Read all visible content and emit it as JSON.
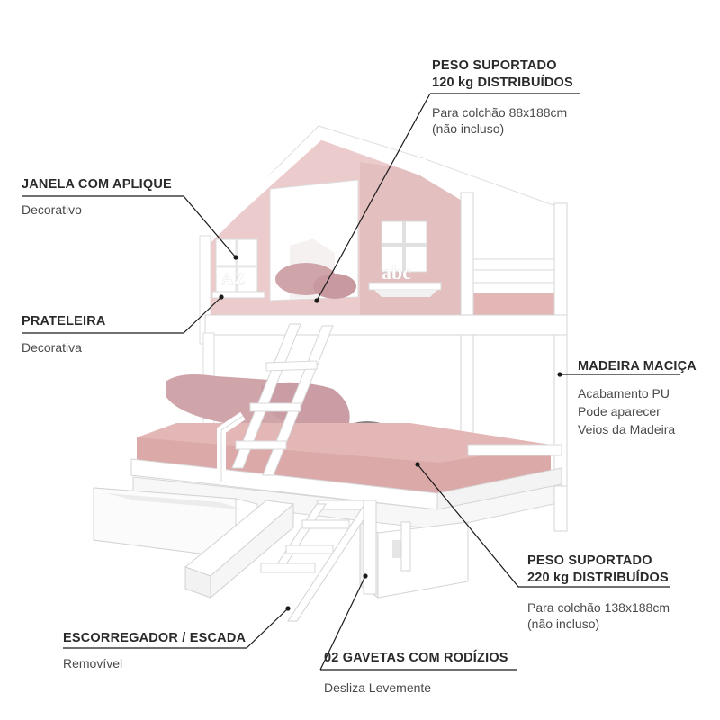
{
  "callouts": {
    "peso_superior": {
      "title_1": "PESO SUPORTADO",
      "title_2": "120 kg DISTRIBUÍDOS",
      "sub_1": "Para colchão 88x188cm",
      "sub_2": "(não incluso)"
    },
    "janela": {
      "title": "JANELA COM APLIQUE",
      "sub": "Decorativo"
    },
    "prateleira": {
      "title": "PRATELEIRA",
      "sub": "Decorativa"
    },
    "madeira": {
      "title": "MADEIRA MACIÇA",
      "sub_1": "Acabamento PU",
      "sub_2": "Pode aparecer",
      "sub_3": "Veios da Madeira"
    },
    "peso_inferior": {
      "title_1": "PESO SUPORTADO",
      "title_2": "220 kg DISTRIBUÍDOS",
      "sub_1": "Para colchão 138x188cm",
      "sub_2": "(não incluso)"
    },
    "escorregador": {
      "title": "ESCORREGADOR / ESCADA",
      "sub": "Removível"
    },
    "gavetas": {
      "title": "02 GAVETAS COM RODÍZIOS",
      "sub": "Desliza Levemente"
    }
  },
  "decor_letters": {
    "left": "AZ",
    "right": "abc"
  },
  "colors": {
    "frame_white": "#ffffff",
    "frame_edge": "#d9d9d9",
    "wall_pink": "#eccbcc",
    "mattress_pink": "#e3b7b6",
    "pillow_mauve": "#cfa5aa",
    "text_dark": "#2a2a2a",
    "leader_line": "#1a1a1a"
  }
}
